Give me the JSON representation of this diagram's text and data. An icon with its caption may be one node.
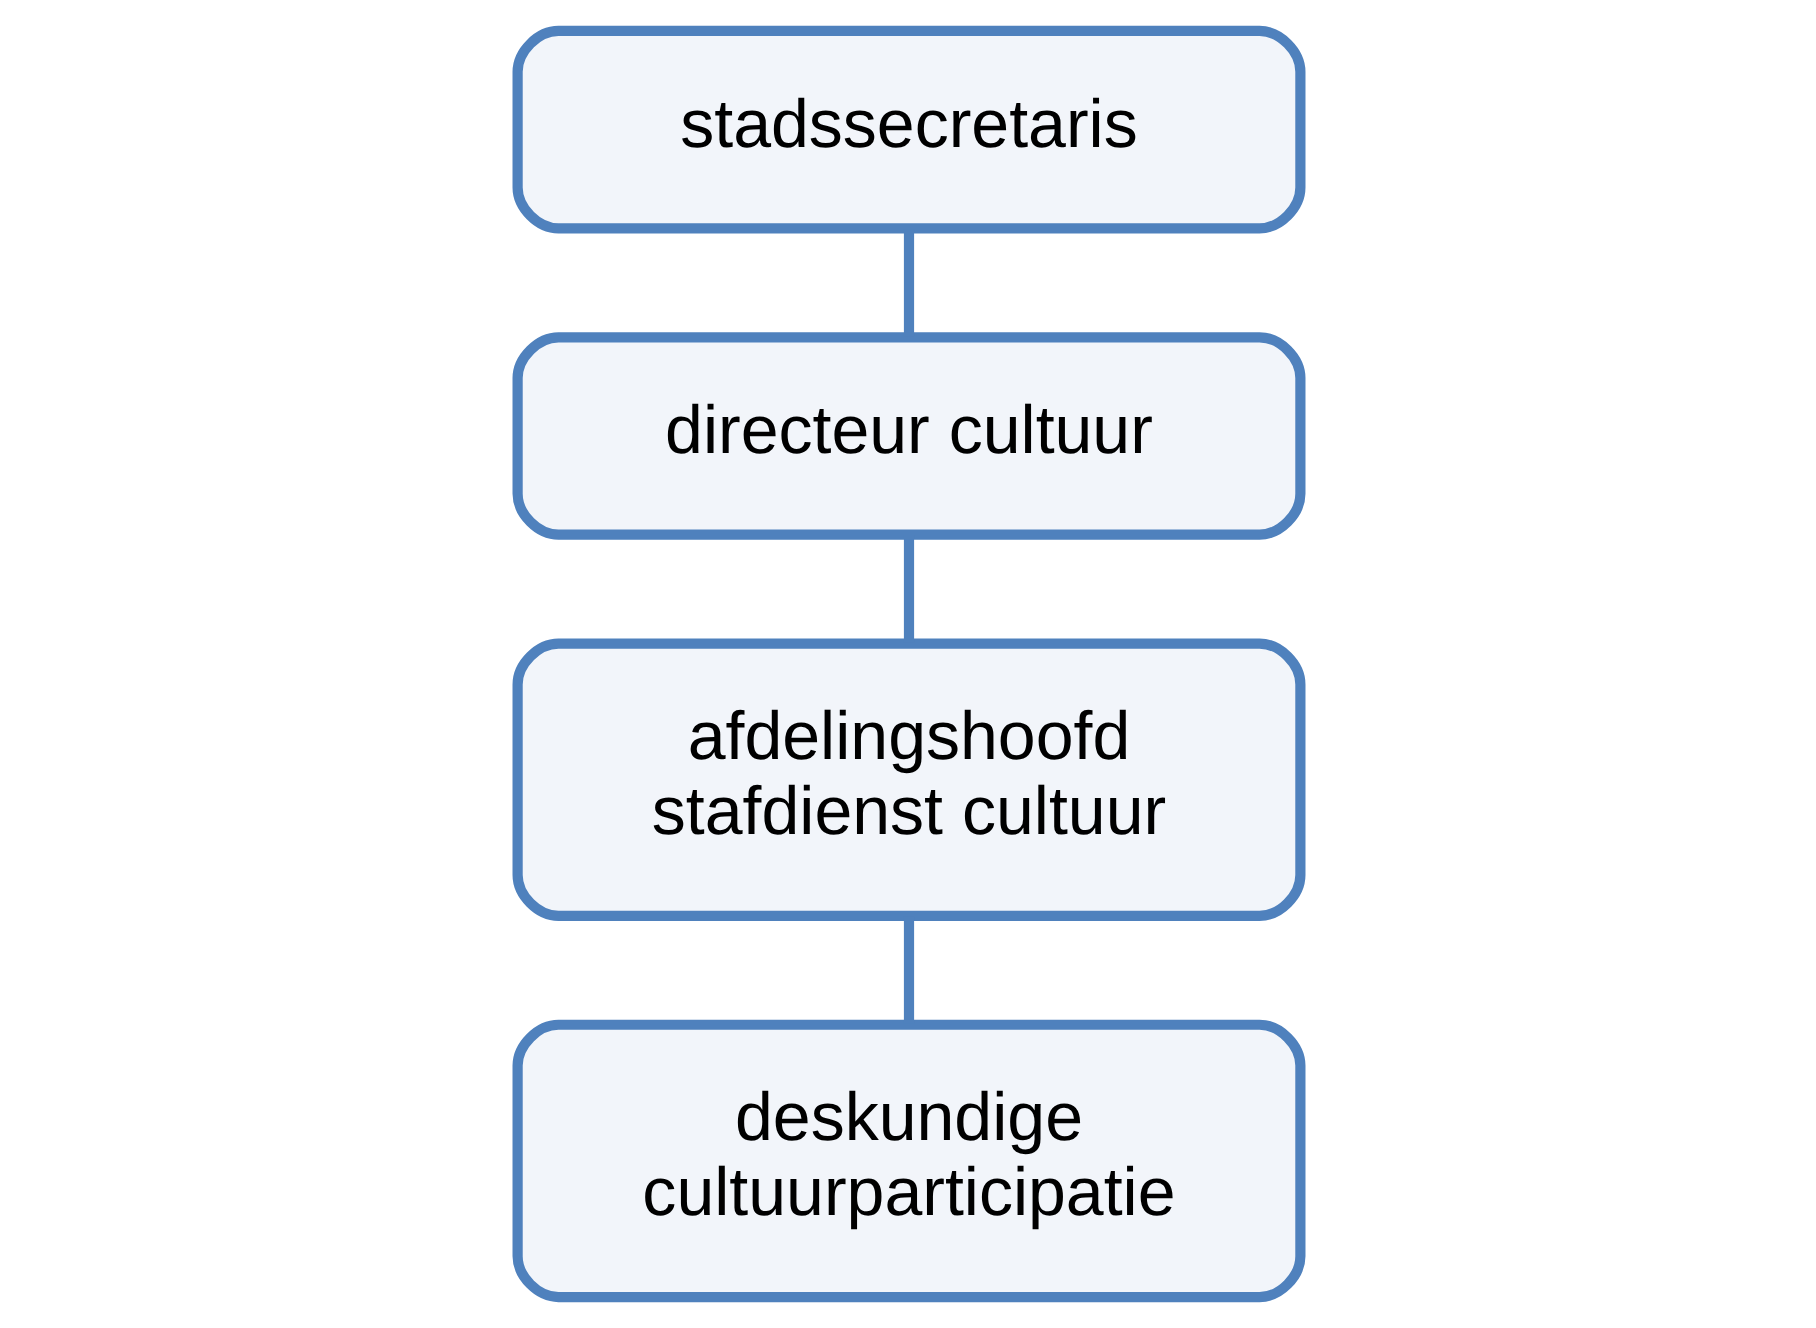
{
  "diagram": {
    "nodes": [
      {
        "text": [
          "stadssecretaris"
        ]
      },
      {
        "text": [
          "directeur cultuur"
        ]
      },
      {
        "text": [
          "afdelingshoofd stafdienst cultuur"
        ]
      },
      {
        "text": [
          "deskundige cultuurparticipatie"
        ]
      }
    ],
    "edges": [
      {
        "from": 0,
        "to": 1,
        "arrow": "none"
      },
      {
        "from": 1,
        "to": 2,
        "arrow": "none"
      },
      {
        "from": 2,
        "to": 3,
        "arrow": "none"
      }
    ]
  }
}
